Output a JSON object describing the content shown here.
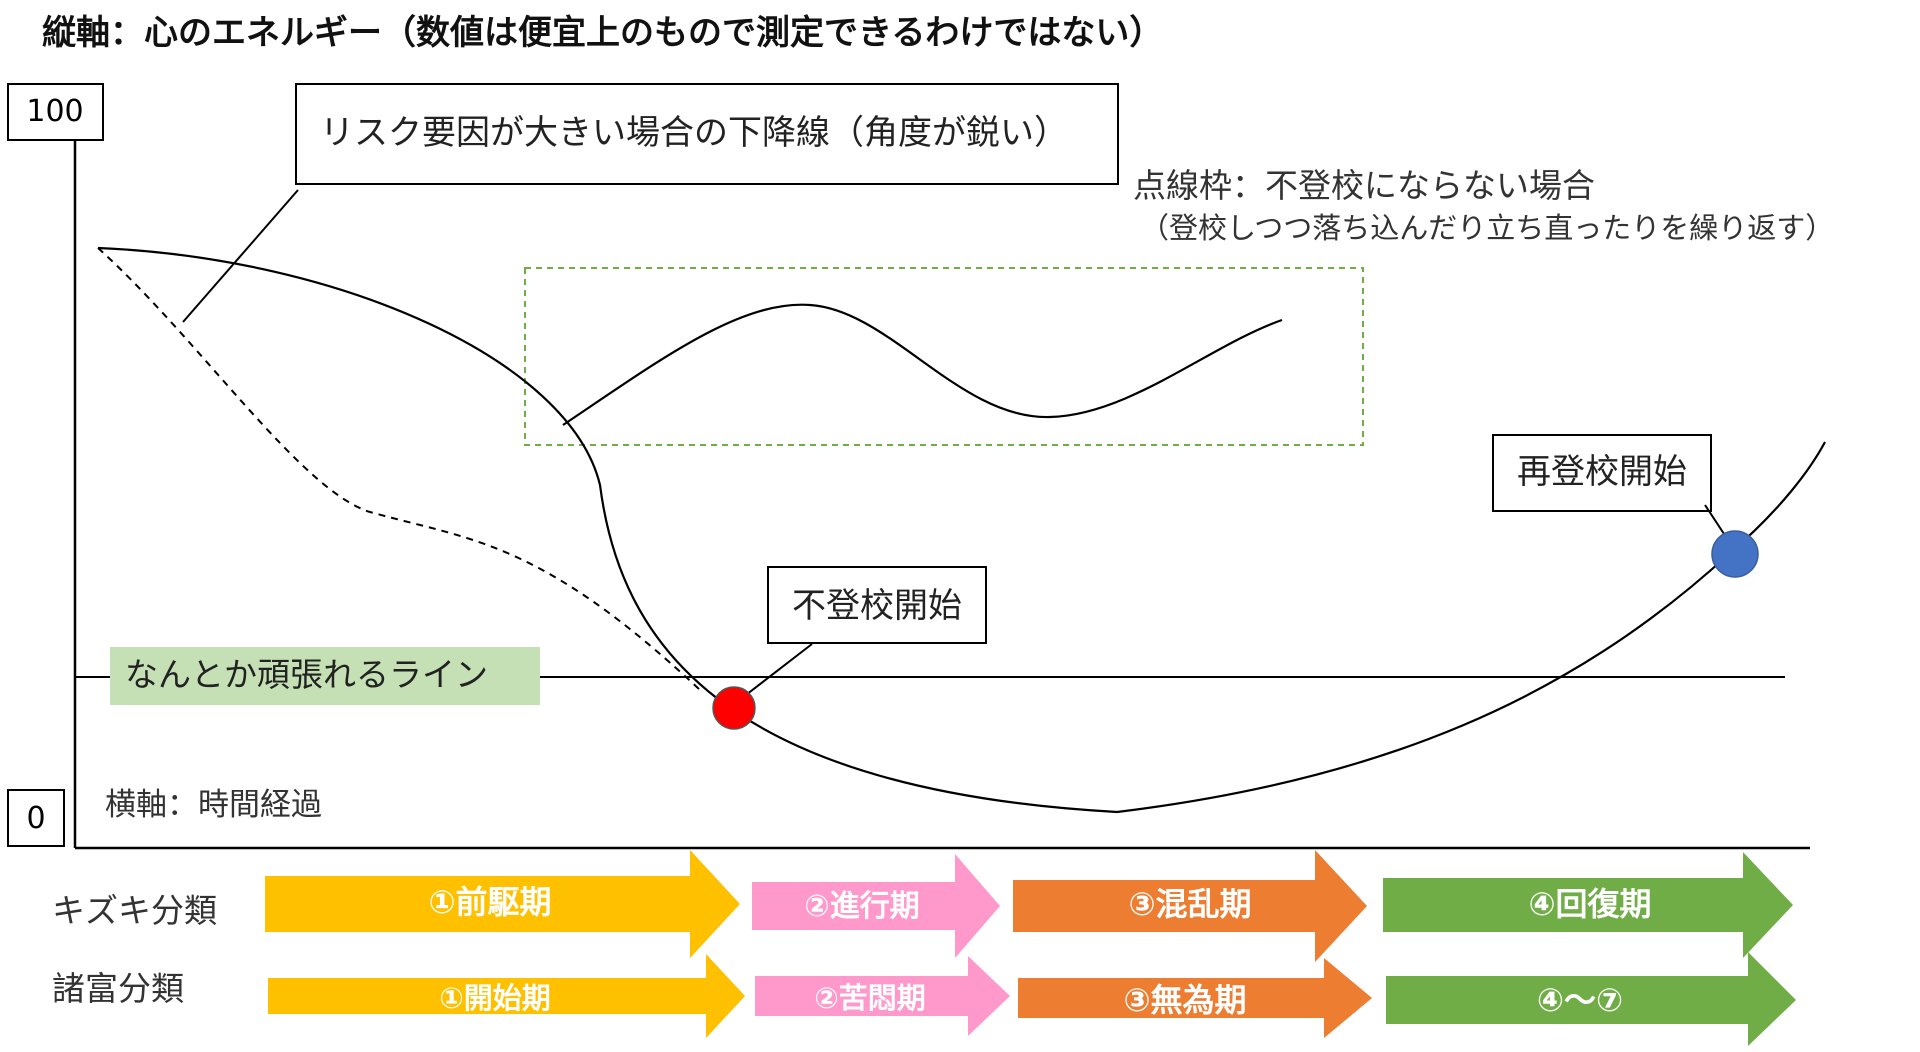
{
  "title": "縦軸：心のエネルギー（数値は便宜上のもので測定できるわけではない）",
  "axis": {
    "y_max_label": "100",
    "y_min_label": "0",
    "x_label": "横軸：時間経過"
  },
  "callouts": {
    "risk_line": "リスク要因が大きい場合の下降線（角度が鋭い）",
    "dotted_frame_title": "点線枠：不登校にならない場合",
    "dotted_frame_sub": "（登校しつつ落ち込んだり立ち直ったりを繰り返す）",
    "absence_start": "不登校開始",
    "return_start": "再登校開始"
  },
  "threshold_label": "なんとか頑張れるライン",
  "rows": [
    {
      "label": "キズキ分類",
      "phases": [
        "①前駆期",
        "②進行期",
        "③混乱期",
        "④回復期"
      ]
    },
    {
      "label": "諸富分類",
      "phases": [
        "①開始期",
        "②苦悶期",
        "③無為期",
        "④〜⑦"
      ]
    }
  ],
  "colors": {
    "phase1": "#FFC000",
    "phase2": "#FF99CC",
    "phase3": "#ED7D31",
    "phase4": "#70AD47",
    "threshold_bg": "#C5E0B4",
    "absence_dot": "#FF0000",
    "return_dot": "#4472C4",
    "dotted_frame": "#70AD47"
  }
}
